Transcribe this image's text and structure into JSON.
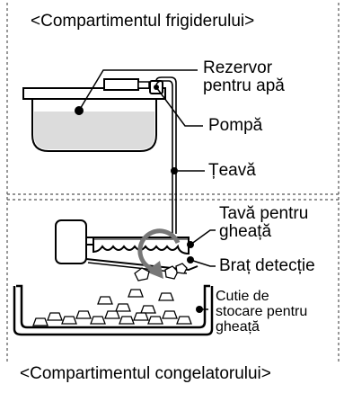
{
  "header_top": "<Compartimentul frigiderului>",
  "header_bottom": "<Compartimentul congelatorului>",
  "labels": {
    "reservoir": "Rezervor\npentru apă",
    "pump": "Pompă",
    "pipe": "Țeavă",
    "ice_tray": "Tavă pentru\ngheață",
    "detection_arm": "Braț detecție",
    "ice_bin": "Cutie de\nstocare pentru\ngheață"
  }
}
